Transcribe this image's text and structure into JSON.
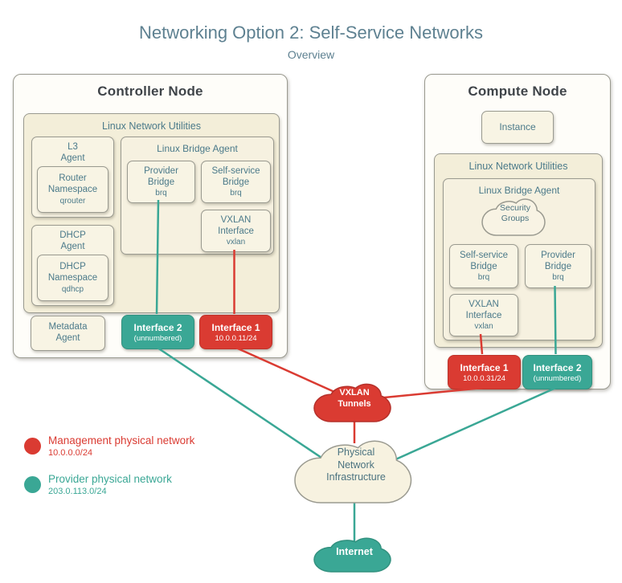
{
  "title": "Networking Option 2: Self-Service Networks",
  "subtitle": "Overview",
  "colors": {
    "management": "#da3b32",
    "provider": "#3aa795"
  },
  "controller_node": {
    "title": "Controller Node",
    "linux_network_utilities": {
      "title": "Linux Network Utilities",
      "l3_agent": {
        "title": "L3\nAgent",
        "router_namespace": {
          "title": "Router\nNamespace",
          "sub": "qrouter"
        }
      },
      "dhcp_agent": {
        "title": "DHCP\nAgent",
        "dhcp_namespace": {
          "title": "DHCP\nNamespace",
          "sub": "qdhcp"
        }
      },
      "linux_bridge_agent": {
        "title": "Linux Bridge Agent",
        "provider_bridge": {
          "title": "Provider\nBridge",
          "sub": "brq"
        },
        "self_service_bridge": {
          "title": "Self-service\nBridge",
          "sub": "brq"
        },
        "vxlan_interface": {
          "title": "VXLAN\nInterface",
          "sub": "vxlan"
        }
      }
    },
    "metadata_agent": {
      "title": "Metadata\nAgent"
    },
    "interface2": {
      "label": "Interface 2",
      "sub": "(unnumbered)"
    },
    "interface1": {
      "label": "Interface 1",
      "sub": "10.0.0.11/24"
    }
  },
  "compute_node": {
    "title": "Compute Node",
    "instance": {
      "title": "Instance"
    },
    "linux_network_utilities": {
      "title": "Linux Network Utilities",
      "linux_bridge_agent": {
        "title": "Linux Bridge Agent",
        "security_groups": {
          "title": "Security\nGroups"
        },
        "self_service_bridge": {
          "title": "Self-service\nBridge",
          "sub": "brq"
        },
        "provider_bridge": {
          "title": "Provider\nBridge",
          "sub": "brq"
        },
        "vxlan_interface": {
          "title": "VXLAN\nInterface",
          "sub": "vxlan"
        }
      }
    },
    "interface1": {
      "label": "Interface 1",
      "sub": "10.0.0.31/24"
    },
    "interface2": {
      "label": "Interface 2",
      "sub": "(unnumbered)"
    }
  },
  "clouds": {
    "vxlan_tunnels": {
      "label": "VXLAN\nTunnels"
    },
    "physical_network_infrastructure": {
      "label": "Physical\nNetwork\nInfrastructure"
    },
    "internet": {
      "label": "Internet"
    }
  },
  "legend": [
    {
      "label": "Management physical network",
      "sub": "10.0.0.0/24",
      "color": "#da3b32"
    },
    {
      "label": "Provider physical network",
      "sub": "203.0.113.0/24",
      "color": "#3aa795"
    }
  ]
}
